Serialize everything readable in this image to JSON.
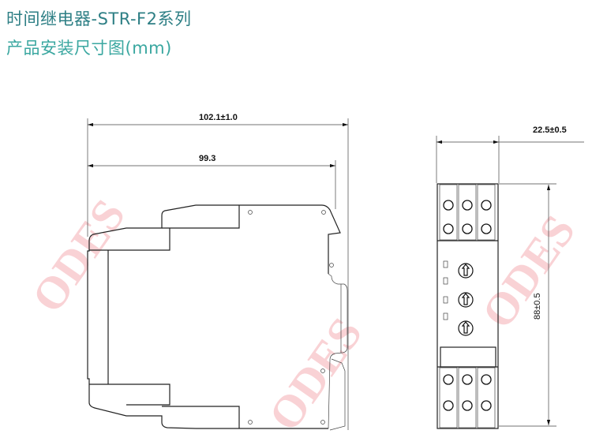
{
  "header": {
    "title": "时间继电器-STR-F2系列",
    "subtitle": "产品安装尺寸图(mm)"
  },
  "drawing": {
    "side_view": {
      "overall_length": "102.1±1.0",
      "body_length": "99.3"
    },
    "front_view": {
      "width": "22.5±0.5",
      "height": "88±0.5"
    },
    "watermark": "ODES"
  },
  "colors": {
    "title": "#2e7f85",
    "subtitle": "#3aa7a0",
    "watermark": "#f7c4c8"
  }
}
